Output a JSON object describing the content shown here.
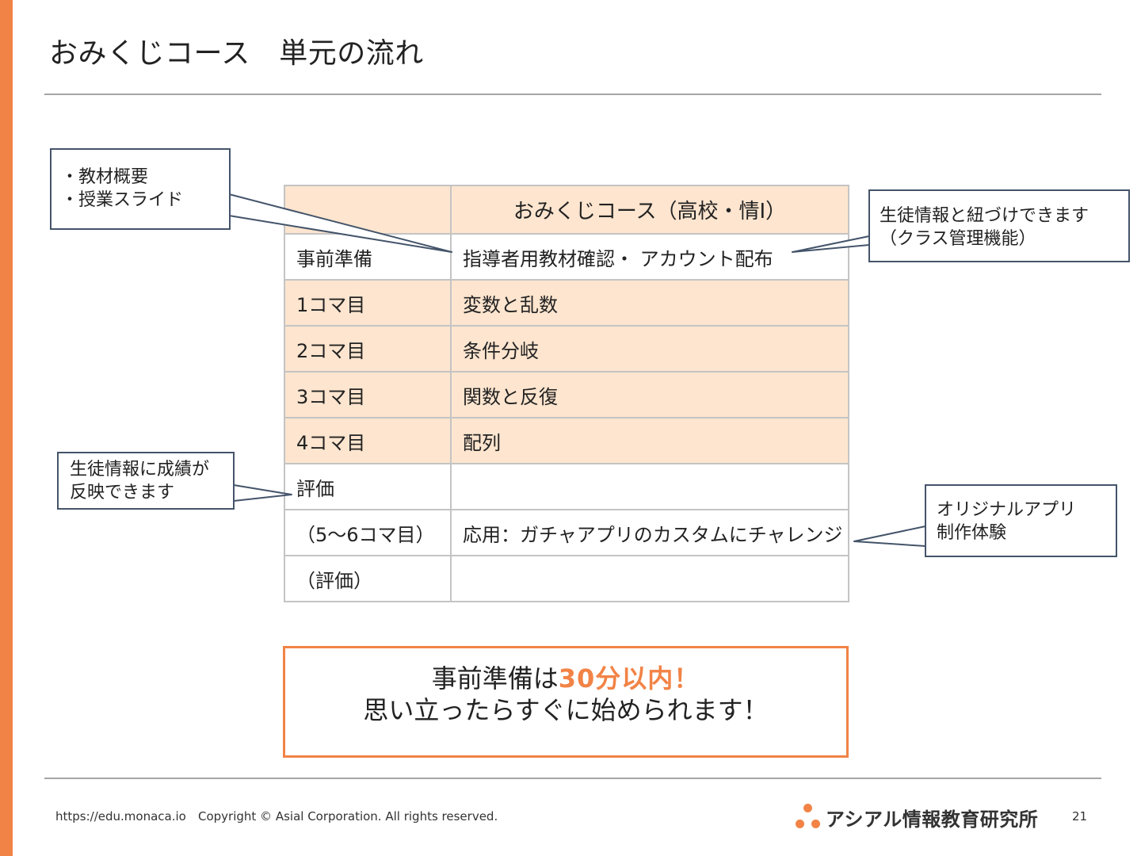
{
  "slide": {
    "title": "おみくじコース　単元の流れ",
    "accent_color": "#f28346"
  },
  "table": {
    "header": {
      "col1": "",
      "col2": "おみくじコース（高校・情Ⅰ）"
    },
    "rows": [
      {
        "col1": "事前準備",
        "col2": "指導者用教材確認・ アカウント配布",
        "shaded": false
      },
      {
        "col1": "1コマ目",
        "col2": "変数と乱数",
        "shaded": true
      },
      {
        "col1": "2コマ目",
        "col2": "条件分岐",
        "shaded": true
      },
      {
        "col1": "3コマ目",
        "col2": "関数と反復",
        "shaded": true
      },
      {
        "col1": "4コマ目",
        "col2": "配列",
        "shaded": true
      },
      {
        "col1": "評価",
        "col2": "",
        "shaded": false
      },
      {
        "col1": "（5～6コマ目）",
        "col2": "応用：ガチャアプリのカスタムにチャレンジ",
        "shaded": false
      },
      {
        "col1": "（評価）",
        "col2": "",
        "shaded": false
      }
    ],
    "shade_color": "#fde5cf"
  },
  "callouts": {
    "materials": {
      "line1": "・教材概要",
      "line2": "・授業スライド"
    },
    "class_link": {
      "line1": "生徒情報と紐づけできます",
      "line2": "（クラス管理機能）"
    },
    "grades": {
      "line1": "生徒情報に成績が",
      "line2": "反映できます"
    },
    "original_app": {
      "line1": "オリジナルアプリ",
      "line2": "制作体験"
    }
  },
  "note": {
    "line1_prefix": "事前準備は",
    "line1_highlight": "30分以内！",
    "line2": "思い立ったらすぐに始められます！"
  },
  "footer": {
    "url": "https://edu.monaca.io",
    "copyright": "Copyright © Asial Corporation. All rights reserved.",
    "logo_text": "アシアル情報教育研究所",
    "page_number": "21"
  }
}
